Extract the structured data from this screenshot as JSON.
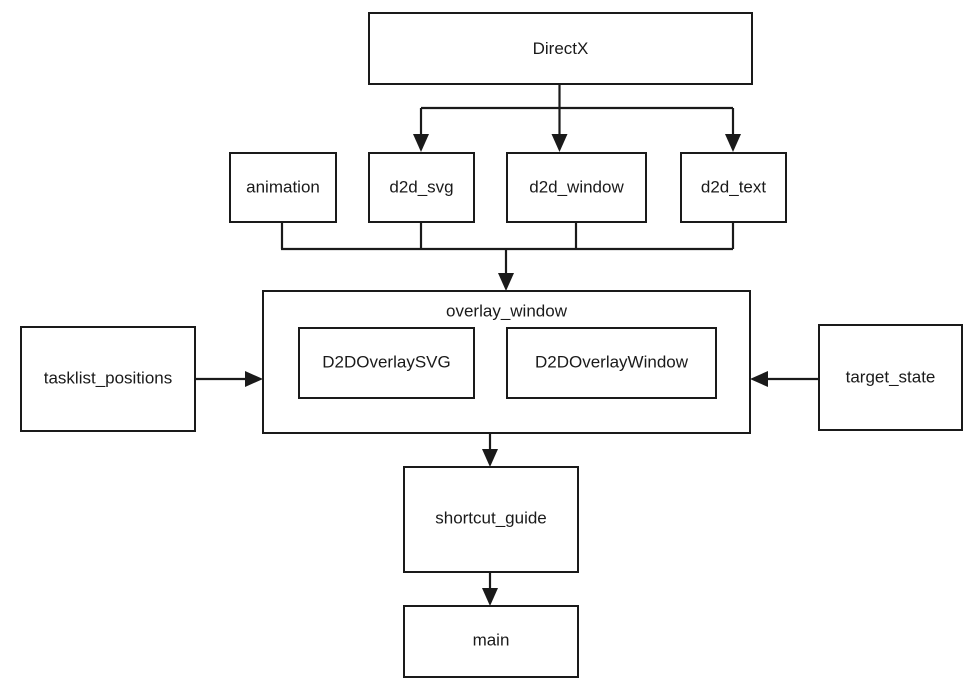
{
  "diagram": {
    "type": "flowchart",
    "title": "",
    "background_color": "#ffffff",
    "line_color": "#1a1a1a",
    "node_fill_color": "#ffffff",
    "nodes": {
      "directx": {
        "label": "DirectX"
      },
      "animation": {
        "label": "animation"
      },
      "d2d_svg": {
        "label": "d2d_svg"
      },
      "d2d_window": {
        "label": "d2d_window"
      },
      "d2d_text": {
        "label": "d2d_text"
      },
      "overlay_window": {
        "label": "overlay_window"
      },
      "d2d_overlay_svg": {
        "label": "D2DOverlaySVG"
      },
      "d2d_overlay_window": {
        "label": "D2DOverlayWindow"
      },
      "tasklist_positions": {
        "label": "tasklist_positions"
      },
      "target_state": {
        "label": "target_state"
      },
      "shortcut_guide": {
        "label": "shortcut_guide"
      },
      "main": {
        "label": "main"
      }
    },
    "edges": [
      {
        "from": "directx",
        "to": "d2d_svg"
      },
      {
        "from": "directx",
        "to": "d2d_window"
      },
      {
        "from": "directx",
        "to": "d2d_text"
      },
      {
        "from": "animation",
        "to": "overlay_window"
      },
      {
        "from": "d2d_svg",
        "to": "overlay_window"
      },
      {
        "from": "d2d_window",
        "to": "overlay_window"
      },
      {
        "from": "d2d_text",
        "to": "overlay_window"
      },
      {
        "from": "tasklist_positions",
        "to": "overlay_window"
      },
      {
        "from": "target_state",
        "to": "overlay_window"
      },
      {
        "from": "overlay_window",
        "to": "shortcut_guide"
      },
      {
        "from": "shortcut_guide",
        "to": "main"
      }
    ]
  }
}
